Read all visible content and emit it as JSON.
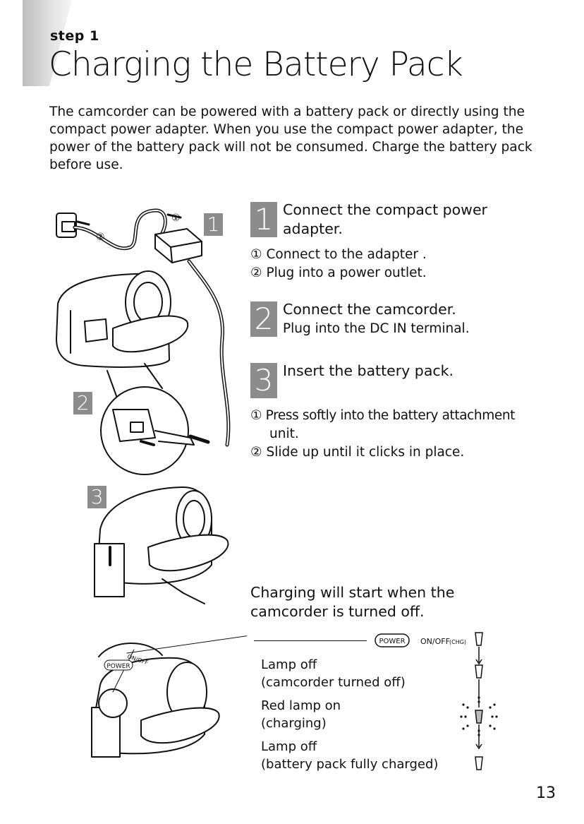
{
  "header": {
    "step_label": "step 1",
    "title": "Charging the Battery Pack"
  },
  "intro": "The camcorder can be powered with a battery pack or directly using the compact power adapter. When you use the compact power adapter, the power of the battery pack will not be consumed. Charge the battery pack before use.",
  "steps": [
    {
      "number": "1",
      "heading": "Connect the compact power adapter.",
      "heading_lines": [
        "Connect the compact power",
        "adapter."
      ],
      "items": [
        "① Connect to the adapter .",
        "② Plug into a power outlet."
      ]
    },
    {
      "number": "2",
      "heading": "Connect the camcorder.",
      "sub": "Plug into the DC IN terminal."
    },
    {
      "number": "3",
      "heading": "Insert the battery pack.",
      "items_lines": [
        "① Press softly into the battery attachment",
        "unit.",
        "② Slide up until it clicks in place."
      ]
    }
  ],
  "figure": {
    "badges": [
      "1",
      "2",
      "3"
    ],
    "callout_1": "①",
    "callout_2": "②",
    "power_label": "POWER",
    "switch_label": "ON/OFF",
    "chg_label": "(CHG)"
  },
  "charging_note_lines": [
    "Charging will start when the",
    "camcorder is turned off."
  ],
  "lamp_states": [
    {
      "line1": "Lamp off",
      "line2": "(camcorder turned off)"
    },
    {
      "line1": "Red lamp on",
      "line2": "(charging)"
    },
    {
      "line1": "Lamp off",
      "line2": "(battery pack fully charged)"
    }
  ],
  "page_number": "13",
  "colors": {
    "badge": "#8c8c8c",
    "line": "#111111",
    "gray_bar": "#d0d0d0"
  }
}
